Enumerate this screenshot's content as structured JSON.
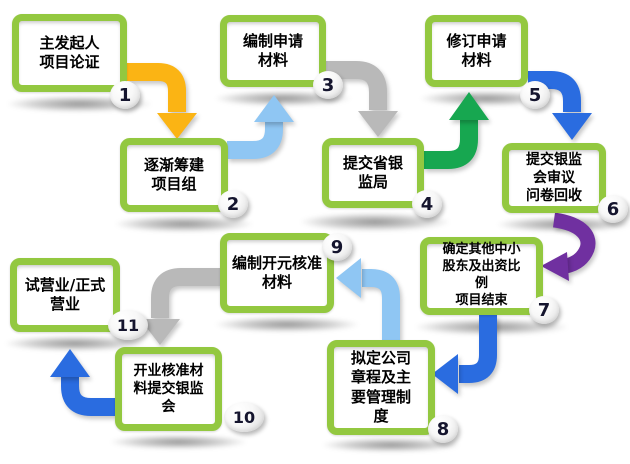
{
  "flow": {
    "steps": [
      {
        "id": "1",
        "lines": [
          "主发起人",
          "项目论证"
        ]
      },
      {
        "id": "2",
        "lines": [
          "逐渐筹建",
          "项目组"
        ]
      },
      {
        "id": "3",
        "lines": [
          "编制申请",
          "材料"
        ]
      },
      {
        "id": "4",
        "lines": [
          "提交省银",
          "监局"
        ]
      },
      {
        "id": "5",
        "lines": [
          "修订申请",
          "材料"
        ]
      },
      {
        "id": "6",
        "lines": [
          "提交银监",
          "会审议",
          "问卷回收"
        ]
      },
      {
        "id": "7",
        "lines": [
          "确定其他中小",
          "股东及出资比",
          "例",
          "项目结束"
        ]
      },
      {
        "id": "8",
        "lines": [
          "拟定公司",
          "章程及主",
          "要管理制",
          "度"
        ]
      },
      {
        "id": "9",
        "lines": [
          "编制开元核准",
          "材料"
        ]
      },
      {
        "id": "10",
        "lines": [
          "开业核准材",
          "料提交银监",
          "会"
        ]
      },
      {
        "id": "11",
        "lines": [
          "试营业/正式",
          "营业"
        ]
      }
    ],
    "arrows": [
      {
        "from": "1",
        "to": "2",
        "color": "#FBB414"
      },
      {
        "from": "2",
        "to": "3",
        "color": "#8FC6F3"
      },
      {
        "from": "3",
        "to": "4",
        "color": "#B9B9B9"
      },
      {
        "from": "4",
        "to": "5",
        "color": "#17A750"
      },
      {
        "from": "5",
        "to": "6",
        "color": "#2A6CE0"
      },
      {
        "from": "6",
        "to": "7",
        "color": "#7030A0"
      },
      {
        "from": "7",
        "to": "8",
        "color": "#2A6CE0"
      },
      {
        "from": "8",
        "to": "9",
        "color": "#8FC6F3"
      },
      {
        "from": "9",
        "to": "10",
        "color": "#B9B9B9"
      },
      {
        "from": "10",
        "to": "11",
        "color": "#2A6CE0"
      }
    ],
    "colors": {
      "box_border": "#93C840",
      "number": "#15152E",
      "background": "#FFFFFF"
    }
  }
}
